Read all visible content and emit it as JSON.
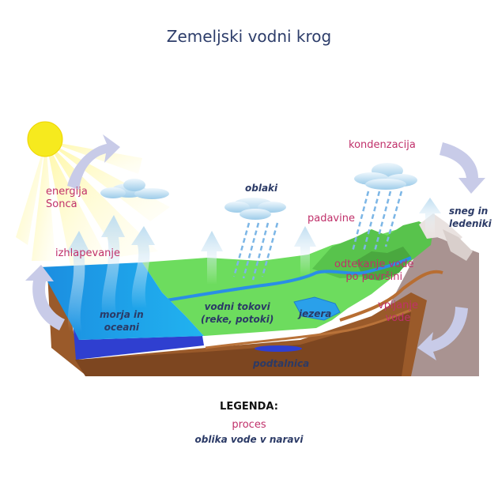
{
  "title": "Zemeljski vodni krog",
  "labels": {
    "energy": "energija\nSonca",
    "evaporation": "izhlapevanje",
    "clouds": "oblaki",
    "condensation": "kondenzacija",
    "precipitation": "padavine",
    "snow": "sneg in\nledeniki",
    "runoff": "odtekanje vode\npo površini",
    "infiltration": "vpijanje\nvode",
    "seas": "morja in\noceani",
    "streams": "vodni tokovi\n(reke, potoki)",
    "lakes": "jezera",
    "groundwater": "podtalnica"
  },
  "legend": {
    "title": "LEGENDA:",
    "process": "proces",
    "water_form": "oblika vode v naravi"
  },
  "colors": {
    "title": "#2d3d6a",
    "process_text": "#c0306a",
    "water_form_text": "#2b3a66",
    "sun": "#f6ea1e",
    "ocean": "#1aa7ec",
    "ocean_deep": "#3047d6",
    "land": "#6ddc5e",
    "soil": "#9a5a2a",
    "rock_side": "#a99391",
    "cycle_arrow": "#c8cbe8",
    "rain": "#7cb6e6",
    "rising_arrow": "#cde4f2"
  }
}
